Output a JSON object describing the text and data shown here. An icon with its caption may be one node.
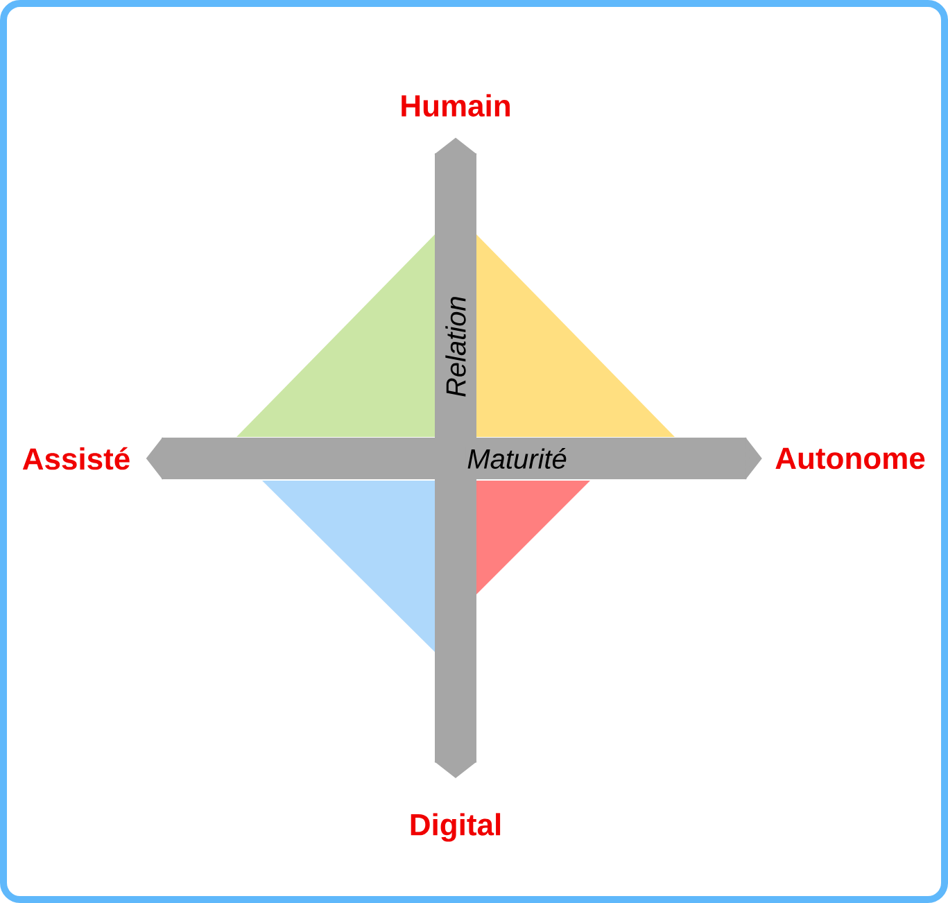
{
  "diagram": {
    "nodes": [
      {
        "text": [
          "Humain"
        ]
      },
      {
        "text": [
          "Digital"
        ]
      },
      {
        "text": [
          "Assisté"
        ]
      },
      {
        "text": [
          "Autonome"
        ]
      },
      {
        "text": [],
        "shape": "triangle"
      },
      {
        "text": [],
        "shape": "triangle"
      },
      {
        "text": [],
        "shape": "triangle"
      },
      {
        "text": [],
        "shape": "triangle"
      }
    ],
    "edges": [
      {
        "from": 0,
        "to": 1,
        "arrow": "both",
        "label": "Relation"
      },
      {
        "from": 2,
        "to": 3,
        "arrow": "both",
        "label": "Maturité"
      }
    ]
  }
}
